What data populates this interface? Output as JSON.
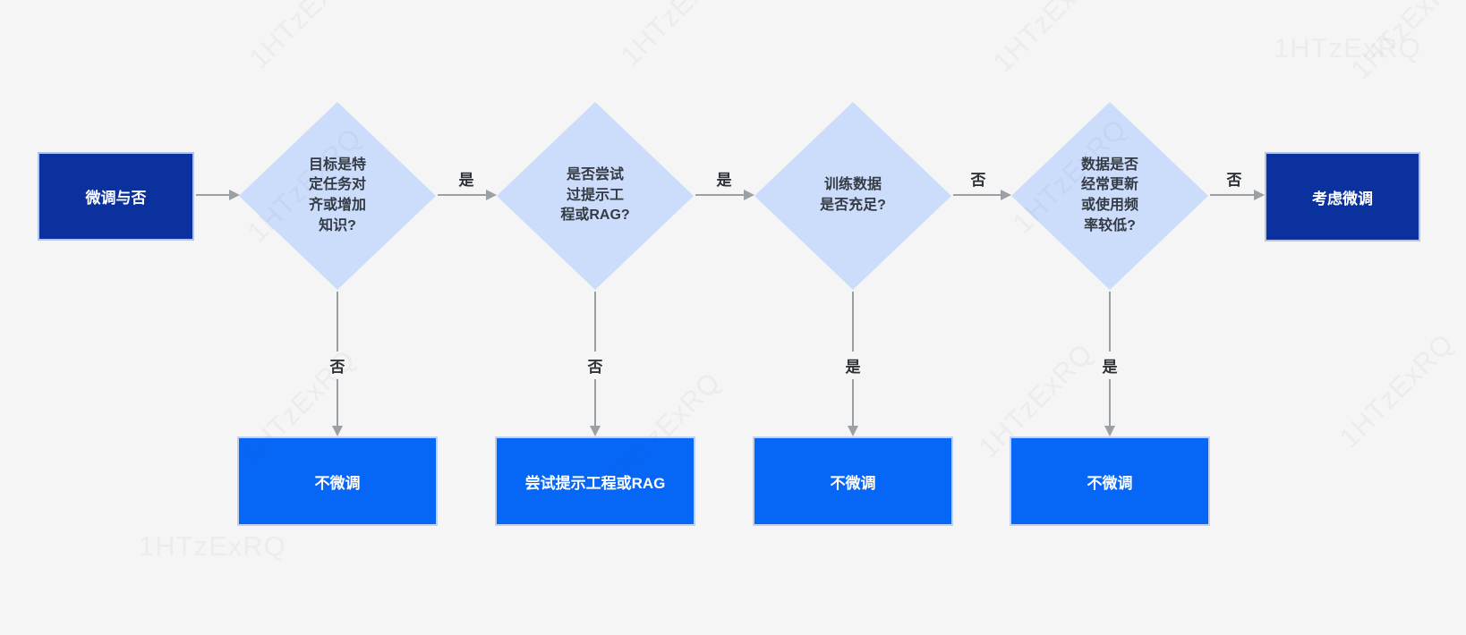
{
  "page": {
    "background_color": "#f4f5f4",
    "watermark_text": "1HTzExRQ"
  },
  "colors": {
    "dark_node_fill": "#0b319e",
    "dark_node_border": "#b6c1e4",
    "outcome_fill": "#0666f6",
    "outcome_border": "#c2cff2",
    "decision_fill": "#ccdcfb",
    "node_text": "#ffffff",
    "decision_text": "#343b44",
    "connector": "#9aa0a6",
    "edge_label_text": "#2c3238"
  },
  "flowchart": {
    "start_node": {
      "label": "微调与否"
    },
    "decisions": [
      {
        "label": "目标是特定任务对齐或增加知识?",
        "lines": [
          "目标是特",
          "定任务对",
          "齐或增加",
          "知识?"
        ],
        "right_label": "是",
        "down_label": "否"
      },
      {
        "label": "是否尝试过提示工程或RAG?",
        "lines": [
          "是否尝试",
          "过提示工",
          "程或RAG?"
        ],
        "right_label": "是",
        "down_label": "否"
      },
      {
        "label": "训练数据是否充足?",
        "lines": [
          "训练数据",
          "是否充足?"
        ],
        "right_label": "否",
        "down_label": "是"
      },
      {
        "label": "数据是否经常更新或使用频率较低?",
        "lines": [
          "数据是否",
          "经常更新",
          "或使用频",
          "率较低?"
        ],
        "right_label": "否",
        "down_label": "是"
      }
    ],
    "outcomes": [
      {
        "label": "不微调"
      },
      {
        "label": "尝试提示工程或RAG"
      },
      {
        "label": "不微调"
      },
      {
        "label": "不微调"
      }
    ],
    "end_node": {
      "label": "考虑微调"
    }
  }
}
